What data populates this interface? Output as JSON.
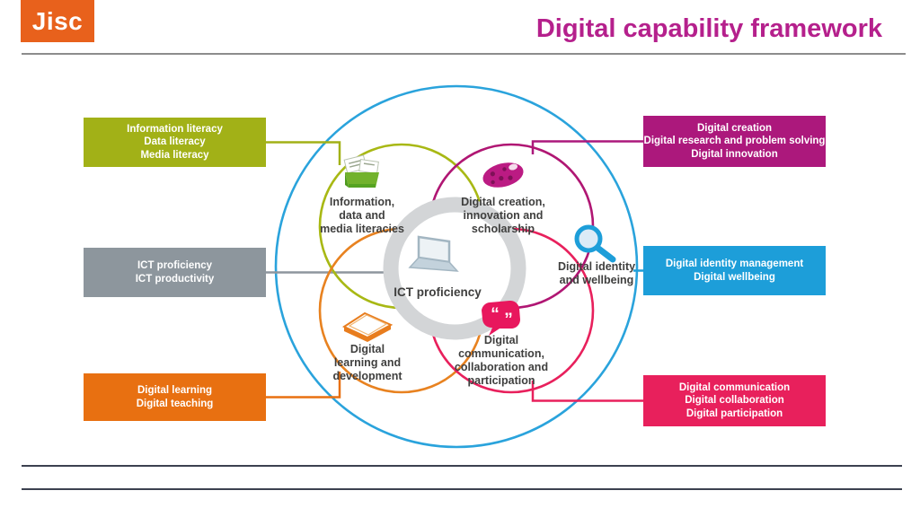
{
  "slide": {
    "logo_text": "Jisc",
    "title": "Digital capability framework"
  },
  "boxes": {
    "left": [
      {
        "id": "literacies",
        "lines": [
          "Information literacy",
          "Data literacy",
          "Media literacy"
        ]
      },
      {
        "id": "ict",
        "lines": [
          "ICT proficiency",
          "ICT productivity"
        ]
      },
      {
        "id": "learning",
        "lines": [
          "Digital learning",
          "Digital teaching"
        ]
      }
    ],
    "right": [
      {
        "id": "creation",
        "lines": [
          "Digital creation",
          "Digital research and problem solving",
          "Digital innovation"
        ]
      },
      {
        "id": "identity",
        "lines": [
          "Digital identity management",
          "Digital wellbeing"
        ]
      },
      {
        "id": "communication",
        "lines": [
          "Digital communication",
          "Digital collaboration",
          "Digital participation"
        ]
      }
    ]
  },
  "diagram": {
    "center_label": "ICT proficiency",
    "bubble_open": "“",
    "bubble_close": "”",
    "circles": {
      "info": {
        "lines": [
          "Information,",
          "data and",
          "media literacies"
        ]
      },
      "creation": {
        "lines": [
          "Digital creation,",
          "innovation and",
          "scholarship"
        ]
      },
      "identity": {
        "lines": [
          "Digital identity",
          "and wellbeing"
        ]
      },
      "learning": {
        "lines": [
          "Digital",
          "learning and",
          "development"
        ]
      },
      "communication": {
        "lines": [
          "Digital",
          "communication,",
          "collaboration and",
          "participation"
        ]
      }
    },
    "icon_names": [
      "inbox-documents-icon",
      "paint-palette-icon",
      "magnifying-glass-icon",
      "book-icon",
      "speech-bubble-icon",
      "laptop-icon"
    ]
  },
  "colors": {
    "logo_orange": "#e8611c",
    "title_magenta": "#b5208c",
    "box_green": "#a2b117",
    "box_gray": "#8d969d",
    "box_orange": "#e87011",
    "box_magenta": "#ac187c",
    "box_blue": "#1d9ed9",
    "box_pink": "#e8205c",
    "outer_circle_blue": "#2aa3dc",
    "ring_gray": "#d3d5d7",
    "label_text": "#3f3f3e",
    "footer_line": "#3c4150"
  }
}
